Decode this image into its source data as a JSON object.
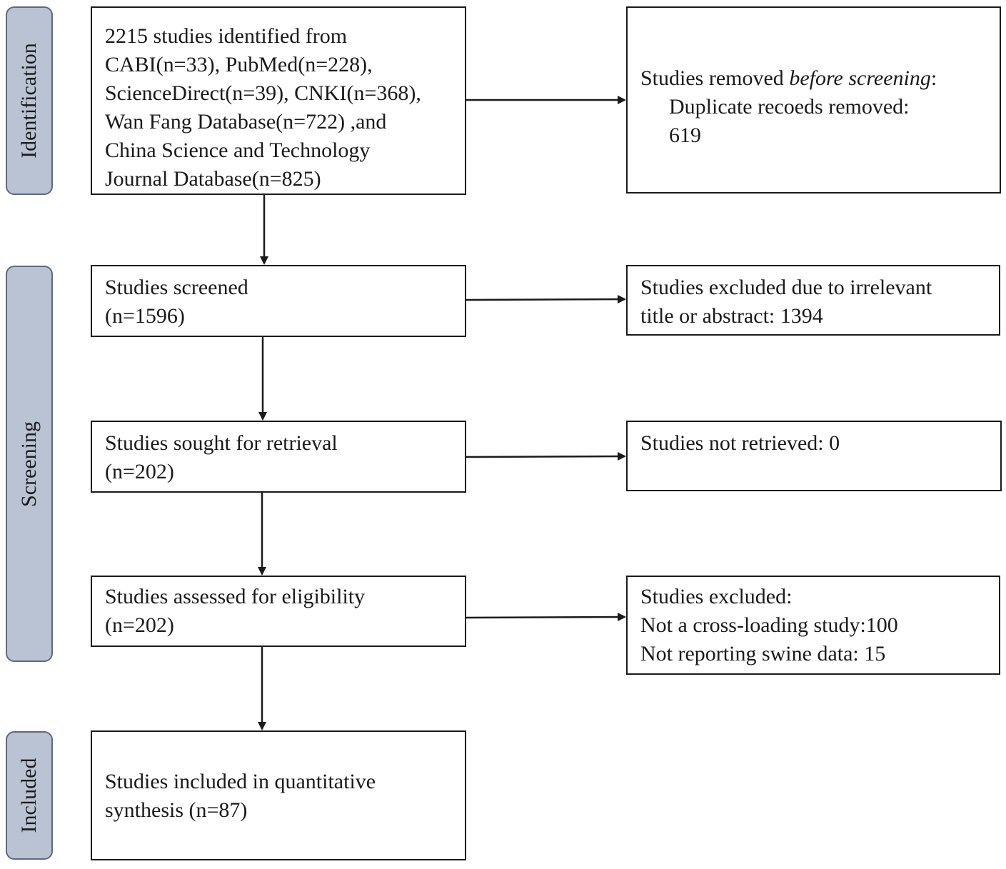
{
  "stages": {
    "identification": "Identification",
    "screening": "Screening",
    "included": "Included"
  },
  "boxes": {
    "identified": {
      "lines": [
        "2215 studies identified from",
        "CABI(n=33), PubMed(n=228),",
        "ScienceDirect(n=39), CNKI(n=368),",
        "Wan Fang Database(n=722) ,and",
        "China Science and Technology",
        "Journal Database(n=825)"
      ]
    },
    "removed": {
      "prefix": "Studies removed ",
      "emphasis": "before screening",
      "suffix": ":",
      "line2": "Duplicate recoeds removed:",
      "line3": "619"
    },
    "screened": {
      "lines": [
        "Studies screened",
        "(n=1596)"
      ]
    },
    "excluded_title": {
      "lines": [
        "Studies excluded due to irrelevant",
        "title or abstract: 1394"
      ]
    },
    "sought": {
      "lines": [
        "Studies sought for retrieval",
        "(n=202)"
      ]
    },
    "not_retrieved": {
      "lines": [
        "Studies not retrieved: 0"
      ]
    },
    "assessed": {
      "lines": [
        "Studies assessed for eligibility",
        "(n=202)"
      ]
    },
    "excluded_full": {
      "lines": [
        "Studies excluded:",
        "Not a cross-loading study:100",
        "Not reporting swine data: 15"
      ]
    },
    "included": {
      "lines": [
        "Studies included in quantitative",
        "synthesis (n=87)"
      ]
    }
  }
}
